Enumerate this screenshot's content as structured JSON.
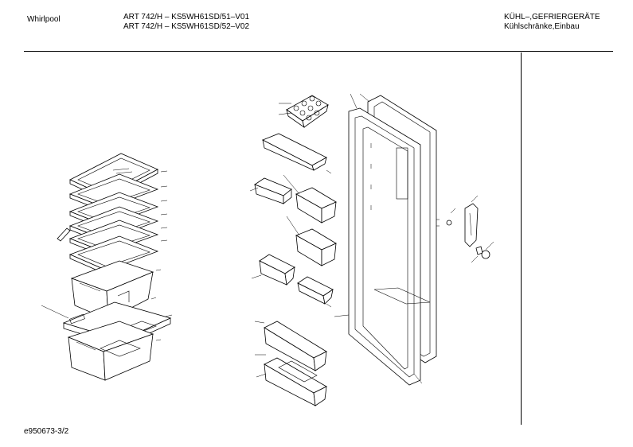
{
  "header": {
    "brand": "Whirlpool",
    "models": [
      "ART 742/H – KS5WH61SD/51–V01",
      "ART 742/H – KS5WH61SD/52–V02"
    ],
    "category": [
      "KÜHL–,GEFRIERGERÄTE",
      "Kühlschränke,Einbau"
    ]
  },
  "footer": {
    "drawing_id": "e950673-3/2"
  }
}
